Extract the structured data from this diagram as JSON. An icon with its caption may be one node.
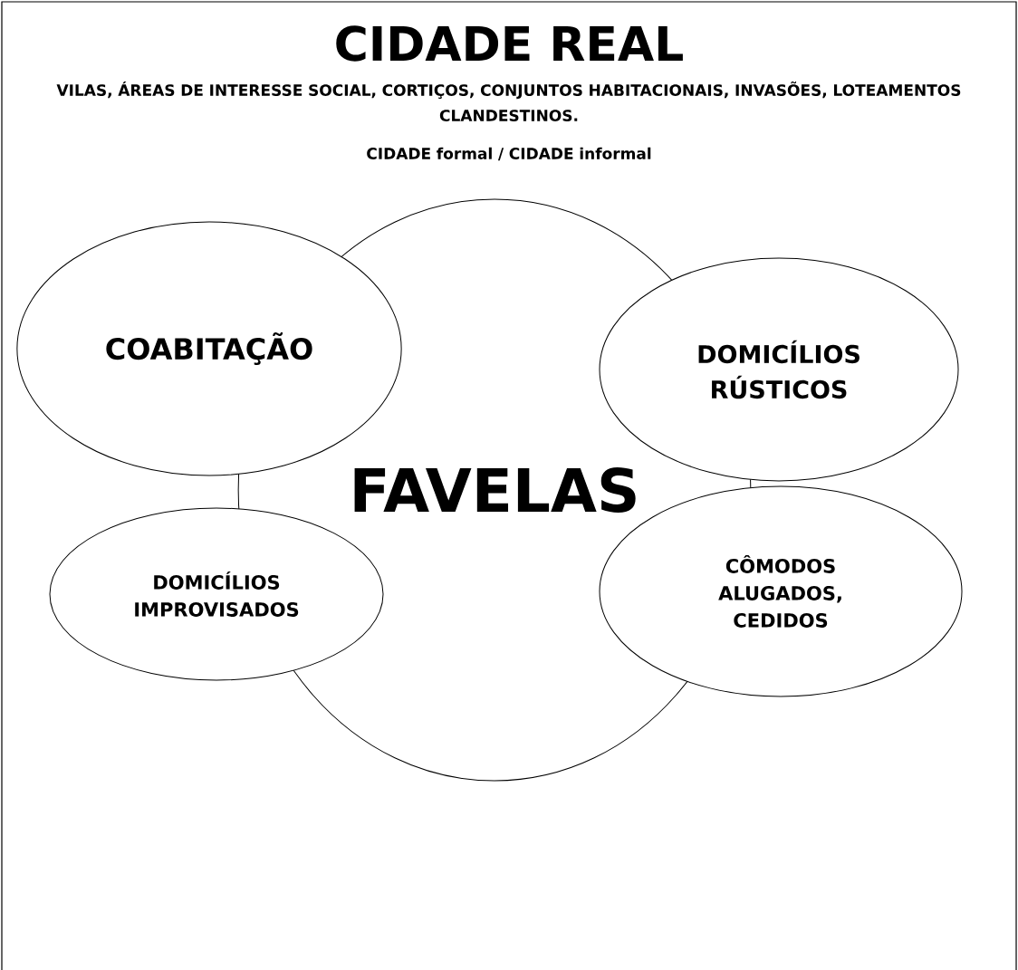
{
  "diagram": {
    "title": "CIDADE REAL",
    "nodes": [
      {
        "text": [
          "FAVELAS"
        ]
      },
      {
        "text": [
          "COABITAÇÃO"
        ]
      },
      {
        "text": [
          "DOMICÍLIOS RÚSTICOS"
        ]
      },
      {
        "text": [
          "DOMICÍLIOS IMPROVISADOS"
        ]
      },
      {
        "text": [
          "CÔMODOS ALUGADOS, CEDIDOS"
        ]
      }
    ],
    "labels": [
      "VILAS, ÁREAS DE INTERESSE SOCIAL, CORTIÇOS, CONJUNTOS HABITACIONAIS, INVASÕES, LOTEAMENTOS CLANDESTINOS.",
      "CIDADE formal / CIDADE informal"
    ]
  }
}
